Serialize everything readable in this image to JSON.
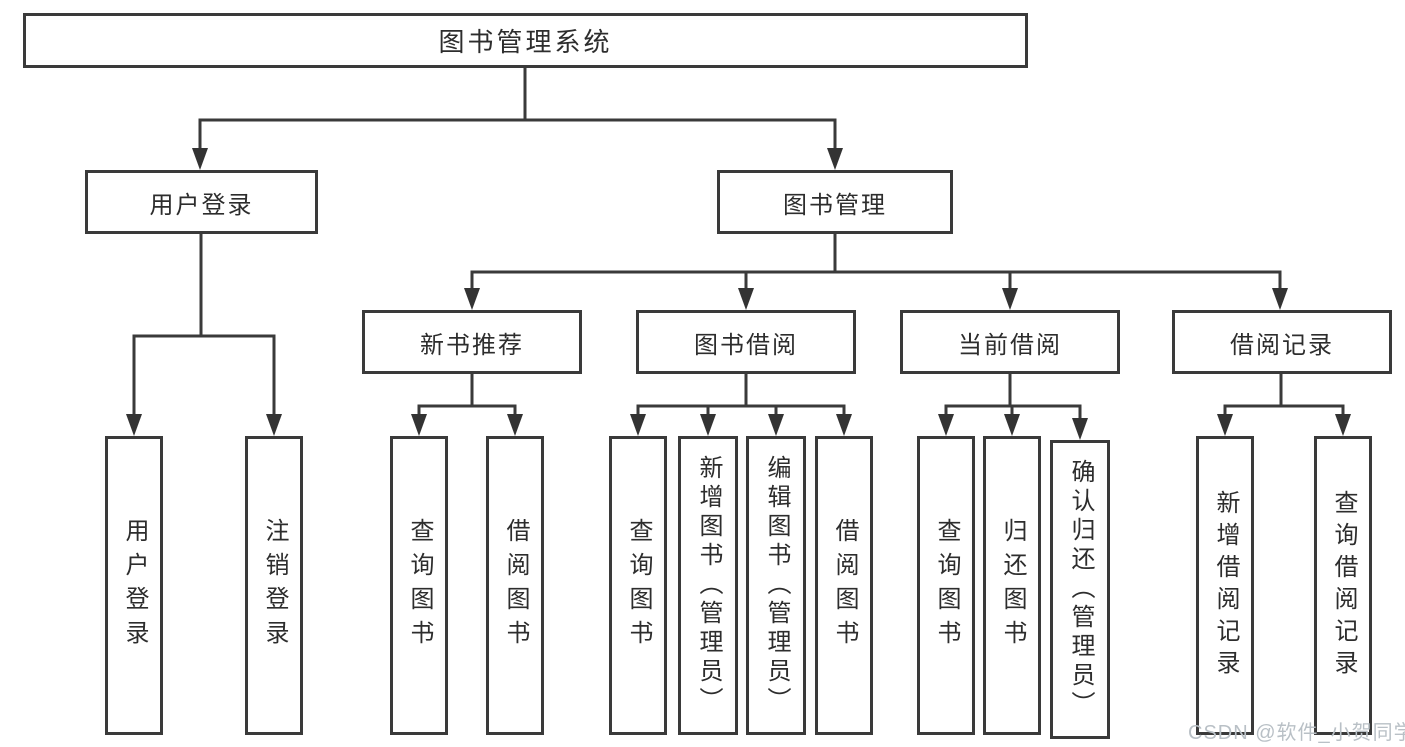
{
  "diagram": {
    "background": "#ffffff",
    "line_color": "#3a3a3a",
    "text_color": "#2d2d2d",
    "watermark_color": "#b9c0c6",
    "watermark": "CSDN @软件_小贺同学",
    "nodes": {
      "root": "图书管理系统",
      "l2": {
        "user_login": "用户登录",
        "book_mgmt": "图书管理"
      },
      "l3": {
        "new_rec": "新书推荐",
        "borrow": "图书借阅",
        "current": "当前借阅",
        "records": "借阅记录"
      },
      "leaves": {
        "user_login": "用户登录",
        "logout": "注销登录",
        "rec_query": "查询图书",
        "rec_borrow": "借阅图书",
        "bor_query": "查询图书",
        "bor_add": "新增图书（管理员）",
        "bor_edit": "编辑图书（管理员）",
        "bor_borrow": "借阅图书",
        "cur_query": "查询图书",
        "cur_return": "归还图书",
        "cur_confirm": "确认归还（管理员）",
        "add_record": "新增借阅记录",
        "query_record": "查询借阅记录"
      }
    },
    "hierarchy": [
      {
        "parent": "图书管理系统",
        "children": [
          "用户登录",
          "图书管理"
        ]
      },
      {
        "parent": "用户登录",
        "children": [
          "用户登录",
          "注销登录"
        ]
      },
      {
        "parent": "图书管理",
        "children": [
          "新书推荐",
          "图书借阅",
          "当前借阅",
          "借阅记录"
        ]
      },
      {
        "parent": "新书推荐",
        "children": [
          "查询图书",
          "借阅图书"
        ]
      },
      {
        "parent": "图书借阅",
        "children": [
          "查询图书",
          "新增图书（管理员）",
          "编辑图书（管理员）",
          "借阅图书"
        ]
      },
      {
        "parent": "当前借阅",
        "children": [
          "查询图书",
          "归还图书",
          "确认归还（管理员）"
        ]
      },
      {
        "parent": "借阅记录",
        "children": [
          "新增借阅记录",
          "查询借阅记录"
        ]
      }
    ]
  }
}
